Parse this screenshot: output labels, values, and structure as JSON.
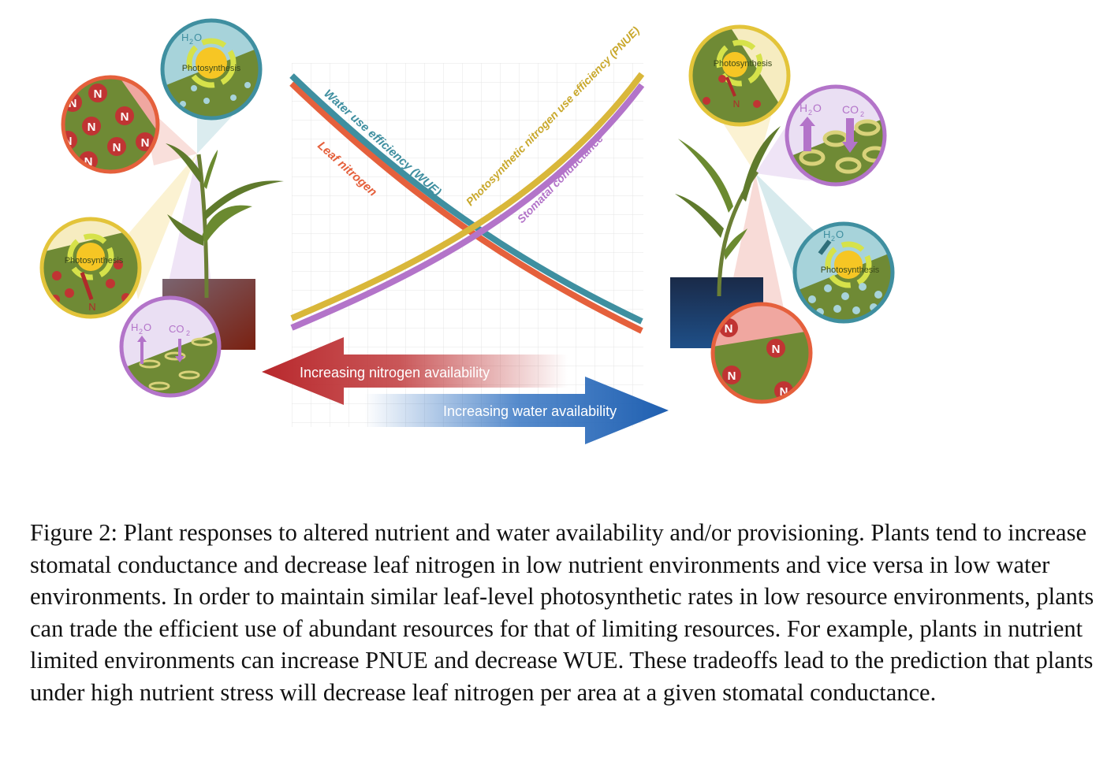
{
  "figure": {
    "curve_labels": {
      "wue": "Water use efficiency (WUE)",
      "leaf_n": "Leaf nitrogen",
      "pnue": "Photosynthetic nitrogen use efficiency (PNUE)",
      "stomatal": "Stomatal conductance"
    },
    "arrows": {
      "nitrogen": "Increasing nitrogen availability",
      "water": "Increasing water availability"
    },
    "bubble_labels": {
      "photosynthesis": "Photosynthesis",
      "h2o": "H",
      "h2o_sub": "2",
      "h2o_end": "O",
      "co2": "CO",
      "co2_sub": "2",
      "n": "N"
    },
    "colors": {
      "wue": "#3f8fa0",
      "leaf_n": "#e5603c",
      "pnue": "#d9b73a",
      "stomatal": "#b374c9",
      "nitrogen_arrow": "#c0393b",
      "water_arrow": "#2d6fc0"
    }
  },
  "caption": {
    "text": "Figure 2: Plant responses to altered nutrient and water availability and/or provisioning. Plants tend to increase stomatal conductance and decrease leaf nitrogen in low nutrient environments and vice versa in low water environments. In order to maintain similar leaf-level photosynthetic rates in low resource environments, plants can trade the efficient use of abundant resources for that of limiting resources. For example, plants in nutrient limited environments can increase PNUE and decrease WUE. These tradeoffs lead to the prediction that plants under high nutrient stress will decrease leaf nitrogen per area at a given stomatal conductance."
  }
}
